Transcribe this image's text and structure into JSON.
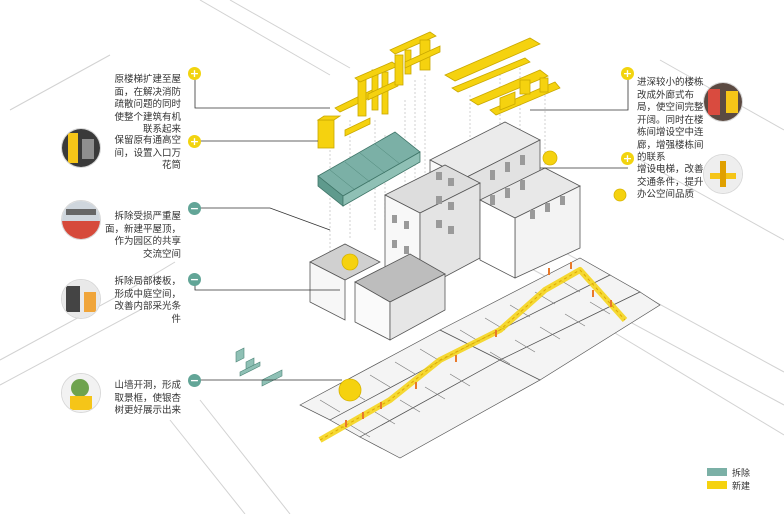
{
  "colors": {
    "new": "#f5d20f",
    "demolish": "#7bb0a6",
    "line": "#333333",
    "building": "#f1f1f1"
  },
  "annotations": {
    "left": [
      {
        "sign": "+",
        "text": "原楼梯扩建至屋\n面，在解决消防\n疏散问题的同时\n使整个建筑有机\n联系起来"
      },
      {
        "sign": "+",
        "text": "保留原有通高空\n间，设置入口万\n花筒"
      },
      {
        "sign": "−",
        "text": "拆除受损严重屋\n面，新建平屋顶，\n作为园区的共享\n交流空间"
      },
      {
        "sign": "−",
        "text": "拆除局部楼板，\n形成中庭空间，\n改善内部采光条\n件"
      },
      {
        "sign": "−",
        "text": "山墙开洞，形成\n取景框，使银杏\n树更好展示出来"
      }
    ],
    "right": [
      {
        "sign": "+",
        "text": "进深较小的楼栋\n改成外廊式布\n局，使空间完整\n开阔。同时在楼\n栋间增设空中连\n廊，增强楼栋间\n的联系"
      },
      {
        "sign": "+",
        "text": "增设电梯，改善\n交通条件，提升\n办公空间品质"
      }
    ]
  },
  "legend": [
    {
      "label": "拆除",
      "color": "#7bb0a6"
    },
    {
      "label": "新建",
      "color": "#f5d20f"
    }
  ]
}
